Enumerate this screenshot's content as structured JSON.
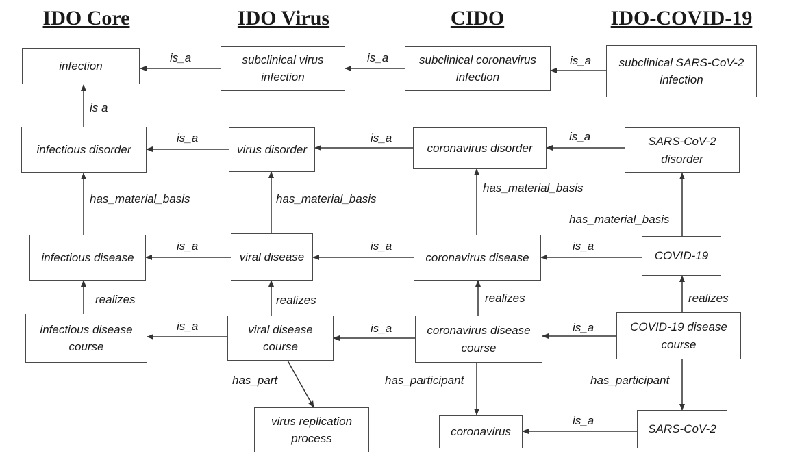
{
  "headers": {
    "ido_core": "IDO Core",
    "ido_virus": "IDO Virus",
    "cido": "CIDO",
    "ido_covid": "IDO-COVID-19"
  },
  "nodes": {
    "infection": "infection",
    "subclinical_virus_infection": "subclinical virus infection",
    "subclinical_coronavirus_infection": "subclinical coronavirus infection",
    "subclinical_sarscov2_infection": "subclinical SARS-CoV-2 infection",
    "infectious_disorder": "infectious disorder",
    "virus_disorder": "virus disorder",
    "coronavirus_disorder": "coronavirus disorder",
    "sarscov2_disorder": "SARS-CoV-2 disorder",
    "infectious_disease": "infectious disease",
    "viral_disease": "viral disease",
    "coronavirus_disease": "coronavirus disease",
    "covid19": "COVID-19",
    "infectious_disease_course": "infectious disease course",
    "viral_disease_course": "viral disease course",
    "coronavirus_disease_course": "coronavirus disease course",
    "covid19_disease_course": "COVID-19 disease course",
    "virus_replication_process": "virus replication process",
    "coronavirus": "coronavirus",
    "sarscov2": "SARS-CoV-2"
  },
  "edges": {
    "is_a": "is_a",
    "is_a_space": "is a",
    "has_material_basis": "has_material_basis",
    "realizes": "realizes",
    "has_part": "has_part",
    "has_participant": "has_participant"
  }
}
